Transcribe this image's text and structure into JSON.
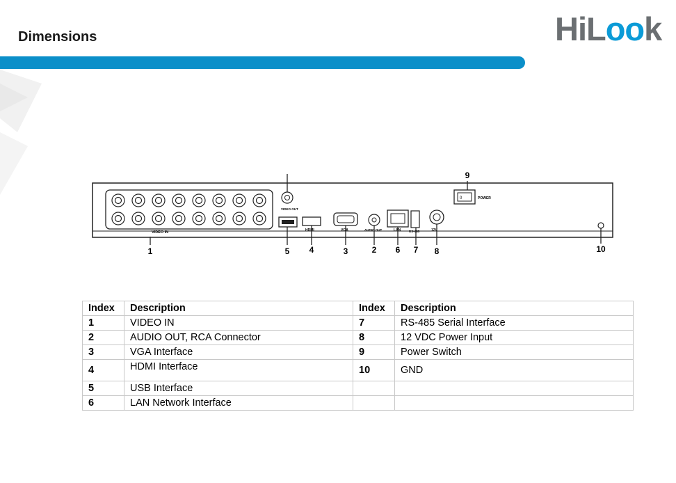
{
  "header": {
    "title": "Dimensions",
    "logo": {
      "part1": "HiL",
      "part2": "oo",
      "part3": "k"
    }
  },
  "colors": {
    "accent": "#0b8fc9",
    "logo_grey": "#6b6f72",
    "logo_blue": "#0b9bd7"
  },
  "diagram": {
    "callouts": [
      "1",
      "5",
      "4",
      "3",
      "2",
      "6",
      "7",
      "8",
      "9",
      "10"
    ],
    "panel_labels": {
      "video_in": "VIDEO IN",
      "video_out": "VIDEO OUT",
      "hdmi": "HDMI",
      "vga": "VGA",
      "audio_out": "AUDIO OUT",
      "lan": "LAN",
      "rs485": "RS-485",
      "power_in": "12V",
      "power": "POWER",
      "switch_mark": "0"
    }
  },
  "table": {
    "headers": [
      "Index",
      "Description",
      "Index",
      "Description"
    ],
    "rows": [
      [
        "1",
        "VIDEO IN",
        "7",
        "RS-485 Serial Interface"
      ],
      [
        "2",
        "AUDIO OUT, RCA Connector",
        "8",
        "12 VDC Power Input"
      ],
      [
        "3",
        "VGA Interface",
        "9",
        "Power Switch"
      ],
      [
        "4",
        "HDMI Interface",
        "10",
        "GND"
      ],
      [
        "5",
        "USB Interface",
        "",
        ""
      ],
      [
        "6",
        "LAN Network Interface",
        "",
        ""
      ]
    ]
  }
}
